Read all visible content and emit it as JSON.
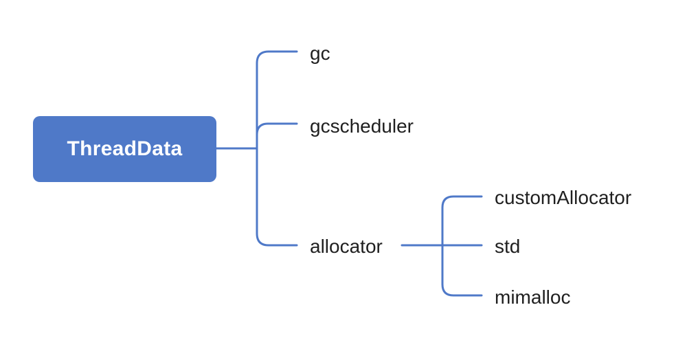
{
  "diagram": {
    "root": {
      "label": "ThreadData",
      "children": [
        {
          "label": "gc"
        },
        {
          "label": "gcscheduler"
        },
        {
          "label": "allocator",
          "children": [
            {
              "label": "customAllocator"
            },
            {
              "label": "std"
            },
            {
              "label": "mimalloc"
            }
          ]
        }
      ]
    },
    "colors": {
      "root_fill": "#4f79c8",
      "connector": "#4f79c8",
      "text": "#1f1f1f"
    }
  }
}
